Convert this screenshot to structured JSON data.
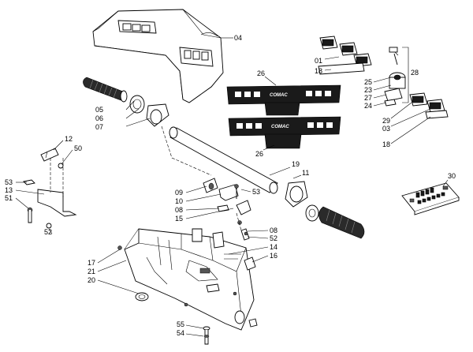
{
  "brand_text": "COMAC",
  "labels": {
    "p04": "04",
    "p01": "01",
    "p18a": "18",
    "p26a": "26",
    "p25": "25",
    "p23": "23",
    "p27": "27",
    "p24": "24",
    "p28": "28",
    "p29": "29",
    "p03": "03",
    "p18b": "18",
    "p26b": "26",
    "p05": "05",
    "p06": "06",
    "p07": "07",
    "p12": "12",
    "p50": "50",
    "p53a": "53",
    "p13": "13",
    "p51": "51",
    "p52a": "52",
    "p19": "19",
    "p11": "11",
    "p09": "09",
    "p10": "10",
    "p08a": "08",
    "p15": "15",
    "p53b": "53",
    "p08b": "08",
    "p52b": "52",
    "p14": "14",
    "p16": "16",
    "p17": "17",
    "p21": "21",
    "p20": "20",
    "p55": "55",
    "p54": "54",
    "p30": "30"
  }
}
